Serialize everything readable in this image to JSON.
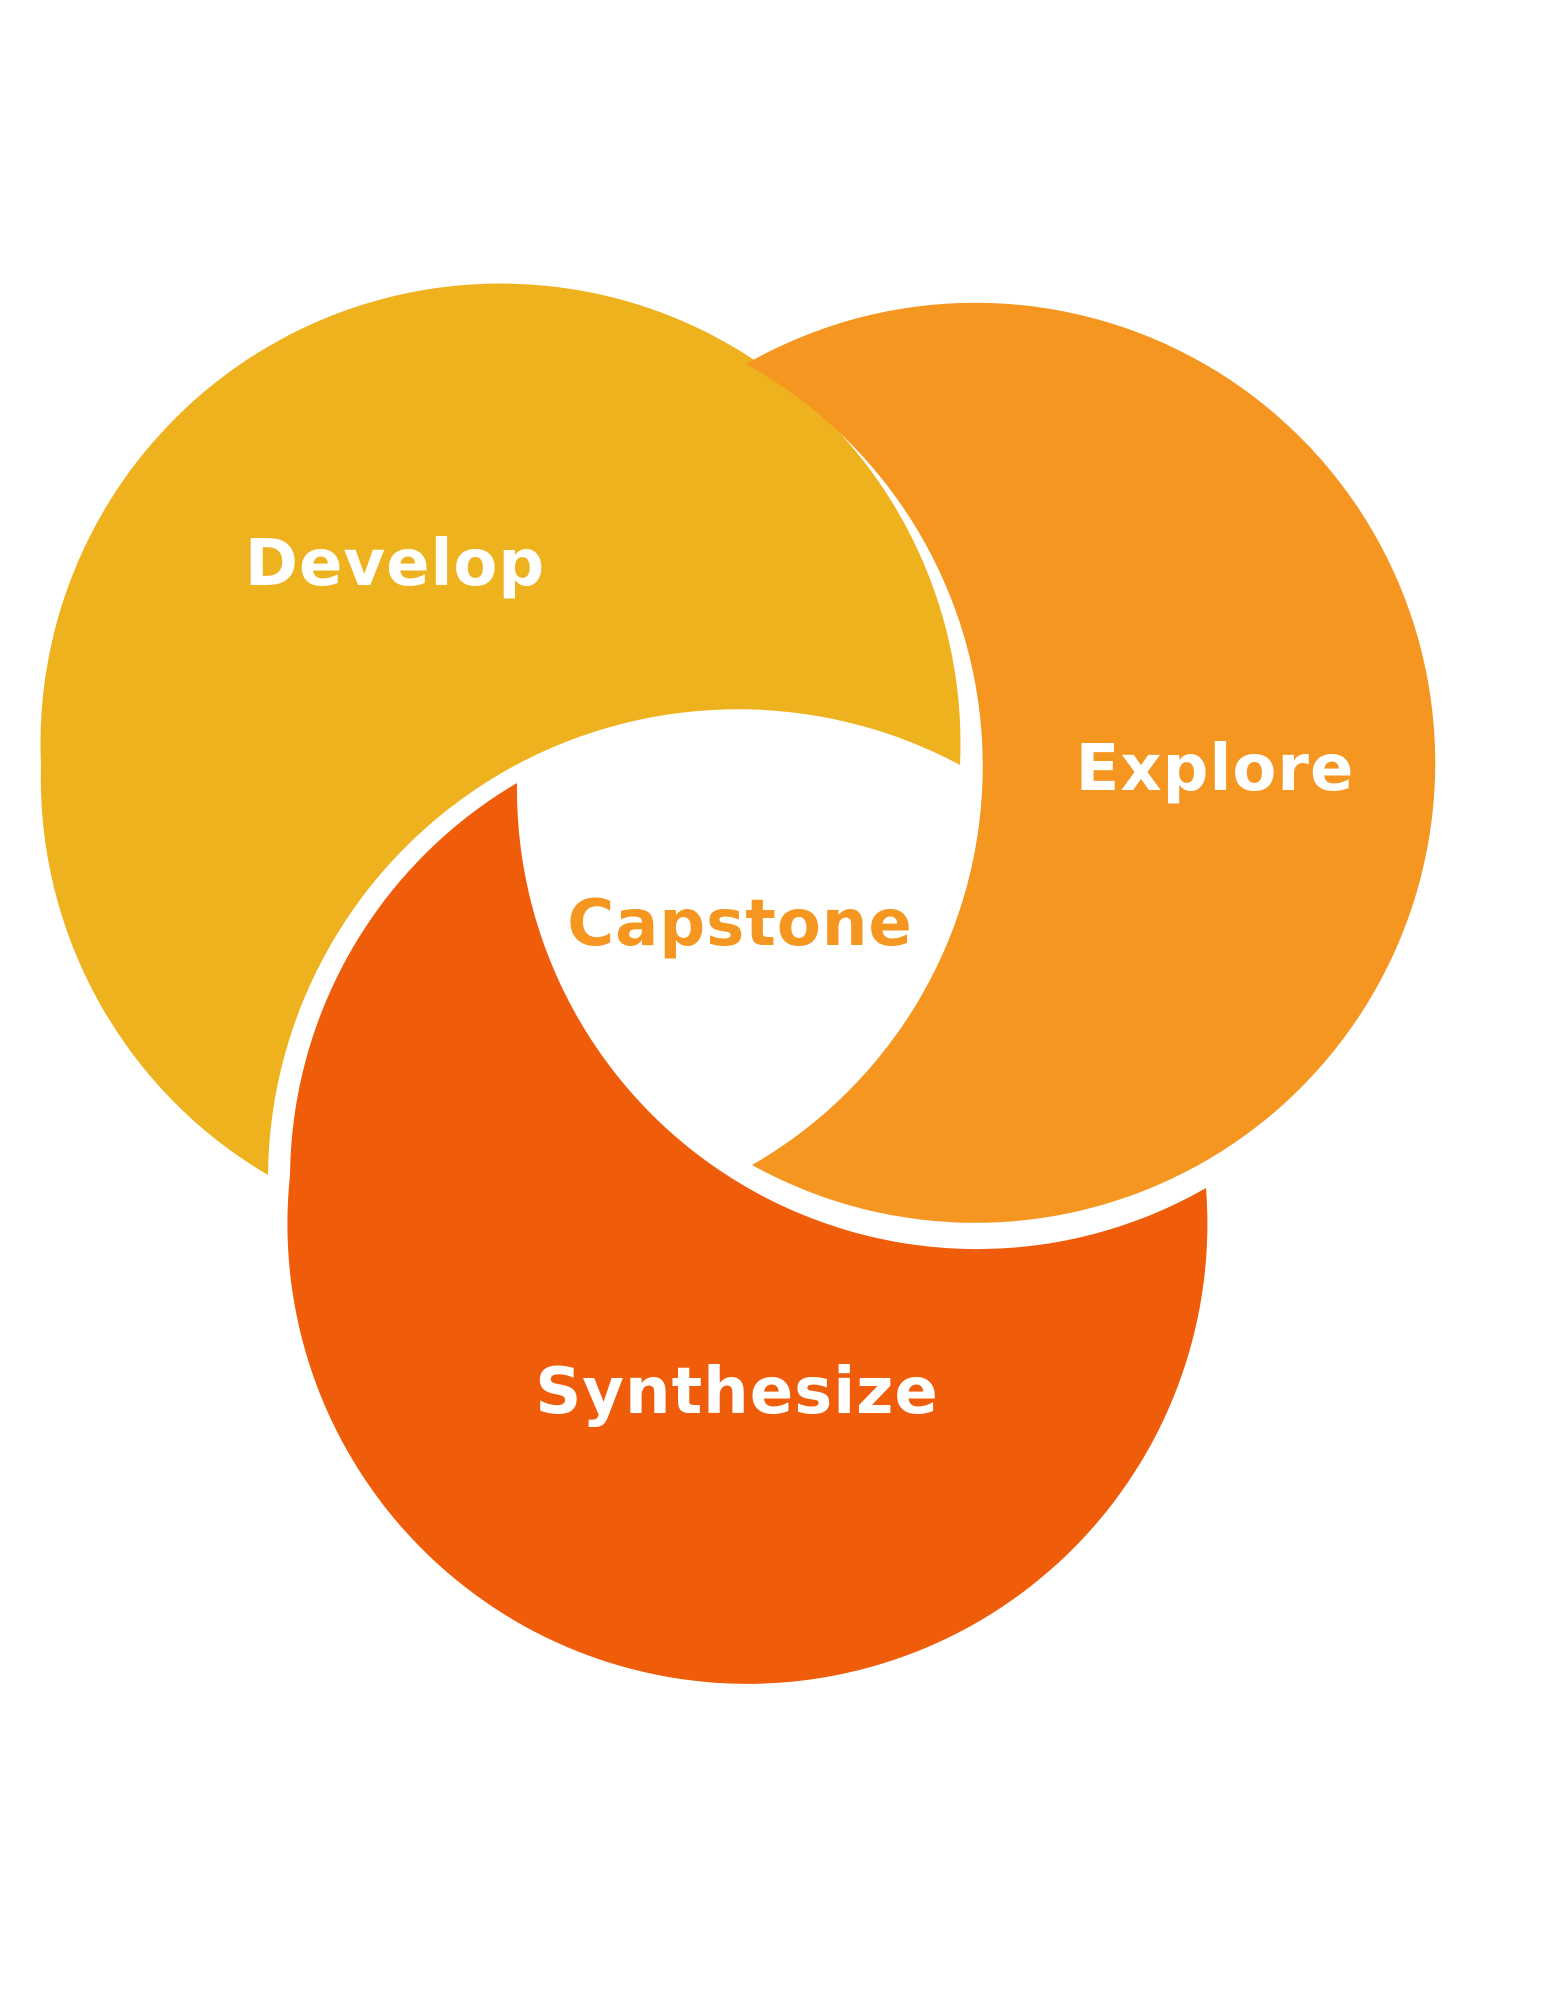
{
  "diagram": {
    "labels": {
      "develop": "Develop",
      "explore": "Explore",
      "synthesize": "Synthesize",
      "center": "Capstone"
    },
    "colors": {
      "develop": "#EFB21F",
      "explore": "#F49620",
      "synthesize": "#F05D0A",
      "center_text": "#F49620",
      "label_text": "#FFFFFF",
      "background": "#FFFFFF"
    }
  }
}
